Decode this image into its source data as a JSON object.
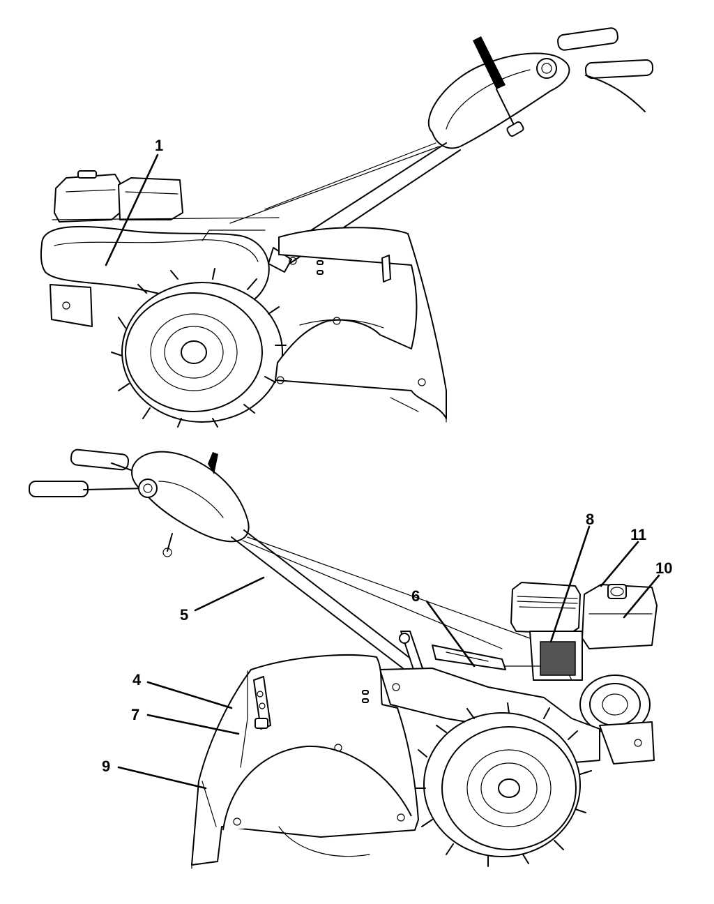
{
  "callouts": [
    {
      "id": "1",
      "label": "1"
    },
    {
      "id": "4",
      "label": "4"
    },
    {
      "id": "5",
      "label": "5"
    },
    {
      "id": "6",
      "label": "6"
    },
    {
      "id": "7",
      "label": "7"
    },
    {
      "id": "8",
      "label": "8"
    },
    {
      "id": "9",
      "label": "9"
    },
    {
      "id": "10",
      "label": "10"
    },
    {
      "id": "11",
      "label": "11"
    }
  ]
}
